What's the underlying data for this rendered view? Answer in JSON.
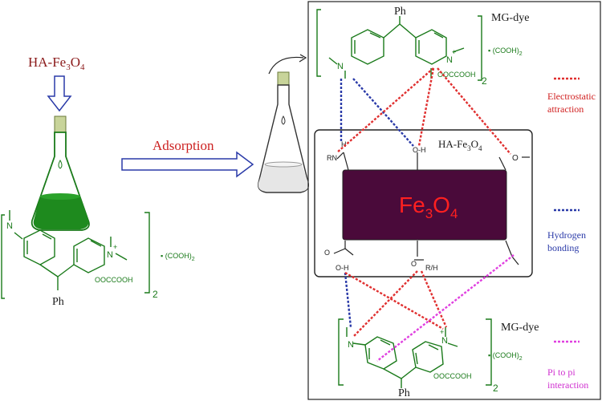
{
  "colors": {
    "green": "#2e8b2e",
    "dark_green": "#1a7a1a",
    "red": "#e03030",
    "dark_red": "#8b1a1a",
    "blue": "#2a3aa8",
    "magenta": "#e040e0",
    "nanoparticle_fill": "#4a0a3a",
    "arrow_blue": "#2a3aa8"
  },
  "labels": {
    "ha_fe3o4_main": "HA-Fe",
    "ha_fe3o4_sub3": "3",
    "ha_fe3o4_O": "O",
    "ha_fe3o4_sub4": "4",
    "adsorption": "Adsorption",
    "mg_dye_top": "MG-dye",
    "mg_dye_bottom": "MG-dye",
    "ha_fe3o4_box": "HA-Fe",
    "fe3o4_big": "Fe",
    "fe3o4_big_sub3": "3",
    "fe3o4_big_O": "O",
    "fe3o4_big_sub4": "4",
    "ph_top": "Ph",
    "ph_left": "Ph",
    "ph_bottom": "Ph",
    "cooh2_top": "(COOH)",
    "cooh2_left": "(COOH)",
    "cooh2_bottom": "(COOH)",
    "sub2": "2",
    "oocc_top": "OOCCOOH",
    "oocc_left": "OOCCOOH",
    "oocc_bottom": "OOCCOOH",
    "bracket2": "2",
    "rn": "RN",
    "h": "H",
    "oh_top": "O-H",
    "o_minus": "O",
    "o_h_bottom": "O-H",
    "r_h": "R/H",
    "o_left": "O",
    "o_mid": "O"
  },
  "legend": {
    "electrostatic": "Electrostatic attraction",
    "electrostatic_line1": "Electrostatic",
    "electrostatic_line2": "attraction",
    "hydrogen_line1": "Hydrogen",
    "hydrogen_line2": "bonding",
    "pipi_line1": "Pi to pi",
    "pipi_line2": "interaction"
  }
}
